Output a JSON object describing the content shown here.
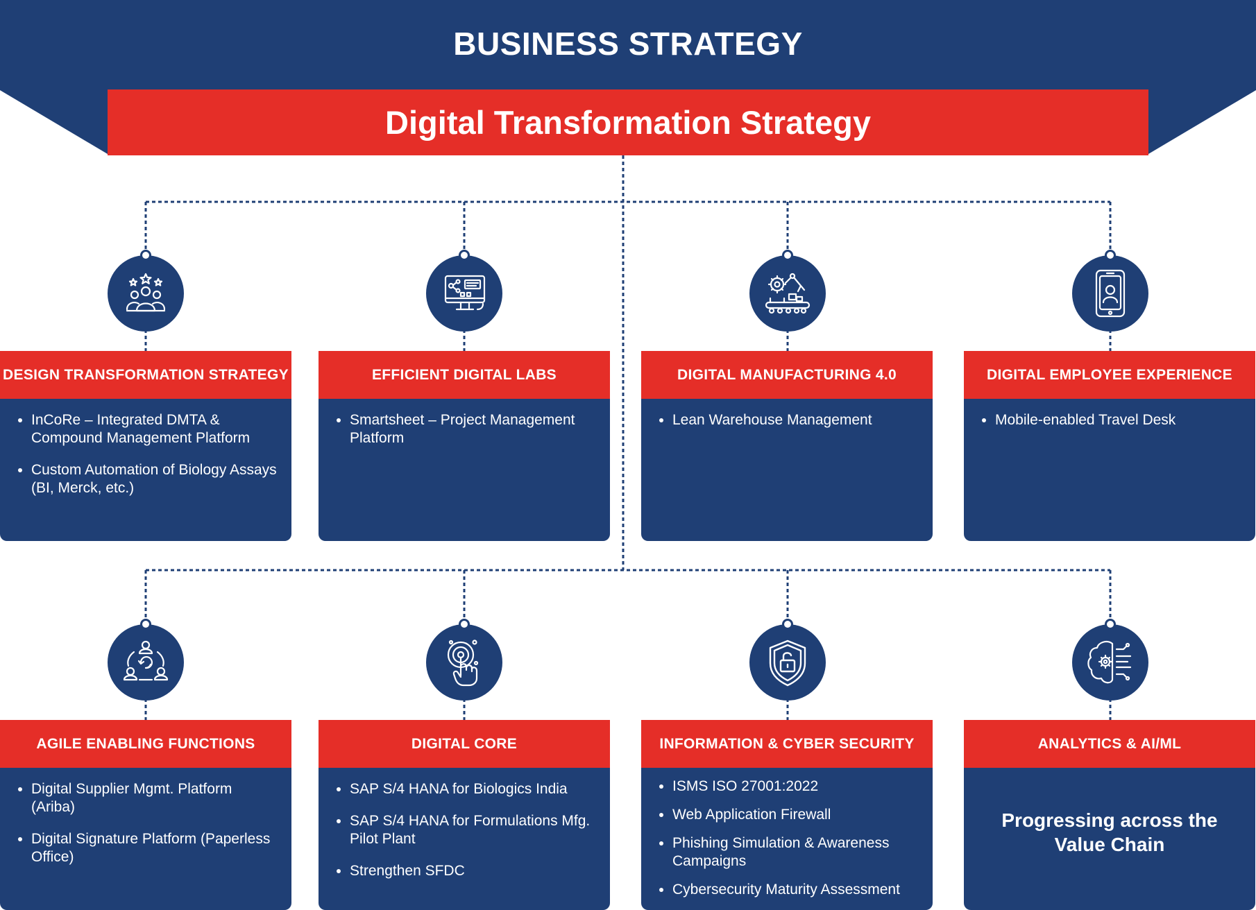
{
  "header": {
    "title": "BUSINESS STRATEGY",
    "banner": "Digital Transformation Strategy"
  },
  "colors": {
    "navy": "#1f3f75",
    "red": "#e52e28",
    "white": "#ffffff"
  },
  "row1": [
    {
      "title": "DESIGN TRANSFORMATION STRATEGY",
      "icon": "team-stars-icon",
      "items": [
        "InCoRe – Integrated DMTA & Compound Management Platform",
        "Custom Automation of Biology Assays (BI, Merck, etc.)"
      ]
    },
    {
      "title": "EFFICIENT DIGITAL LABS",
      "icon": "computer-network-icon",
      "items": [
        "Smartsheet – Project Management Platform"
      ]
    },
    {
      "title": "DIGITAL MANUFACTURING 4.0",
      "icon": "robotic-arm-conveyor-icon",
      "items": [
        "Lean Warehouse Management"
      ]
    },
    {
      "title": "DIGITAL EMPLOYEE EXPERIENCE",
      "icon": "mobile-user-icon",
      "items": [
        "Mobile-enabled Travel Desk"
      ]
    }
  ],
  "row2": [
    {
      "title": "AGILE ENABLING FUNCTIONS",
      "icon": "people-cycle-icon",
      "items": [
        "Digital Supplier Mgmt. Platform (Ariba)",
        "Digital Signature Platform (Paperless Office)"
      ]
    },
    {
      "title": "DIGITAL CORE",
      "icon": "touch-target-icon",
      "items": [
        "SAP S/4 HANA for Biologics India",
        "SAP S/4 HANA for Formulations Mfg. Pilot Plant",
        "Strengthen SFDC"
      ]
    },
    {
      "title": "INFORMATION & CYBER SECURITY",
      "icon": "shield-lock-icon",
      "items": [
        "ISMS ISO 27001:2022",
        "Web Application Firewall",
        "Phishing Simulation & Awareness Campaigns",
        "Cybersecurity Maturity Assessment"
      ]
    },
    {
      "title": "ANALYTICS & AI/ML",
      "icon": "brain-gear-icon",
      "tagline": "Progressing across the Value Chain"
    }
  ]
}
